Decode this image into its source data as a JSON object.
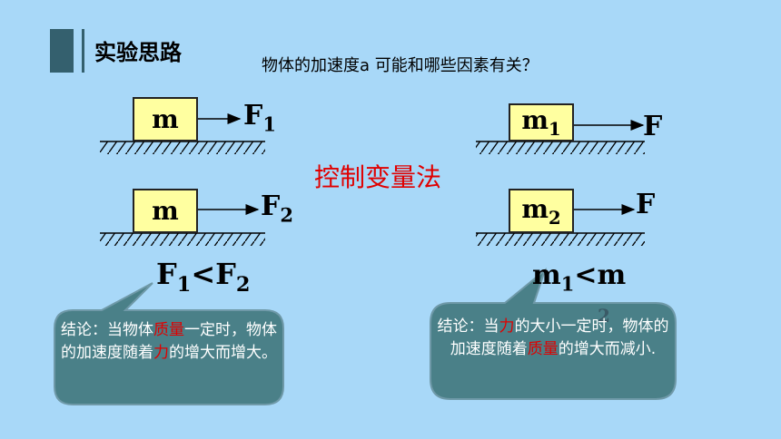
{
  "slide": {
    "title": "实验思路",
    "question": "物体的加速度a 可能和哪些因素有关？",
    "method": "控制变量法"
  },
  "left": {
    "top_block": "m",
    "top_force": "F",
    "top_force_sub": "1",
    "bottom_block": "m",
    "bottom_force": "F",
    "bottom_force_sub": "2",
    "comparison": {
      "a": "F",
      "a_sub": "1",
      "op": "<",
      "b": "F",
      "b_sub": "2"
    },
    "conclusion": {
      "part1": "结论：当物体",
      "highlight1": "质量",
      "part2": "一定时，物体的加速度随着",
      "highlight2": "力",
      "part3": "的增大而增大。"
    }
  },
  "right": {
    "top_block": "m",
    "top_block_sub": "1",
    "top_force": "F",
    "bottom_block": "m",
    "bottom_block_sub": "2",
    "bottom_force": "F",
    "comparison": {
      "a": "m",
      "a_sub": "1",
      "op": "<m",
      "overflow": "2"
    },
    "conclusion": {
      "part1": "结论：当",
      "highlight1": "力",
      "part2": "的大小一定时，物体的加速度随着",
      "highlight2": "质量",
      "part3": "的增大而减小."
    }
  },
  "colors": {
    "background": "#a8d8f8",
    "accent": "#34606e",
    "block": "#ffffa0",
    "bubble": "#4a8088",
    "highlight": "#e00000"
  }
}
